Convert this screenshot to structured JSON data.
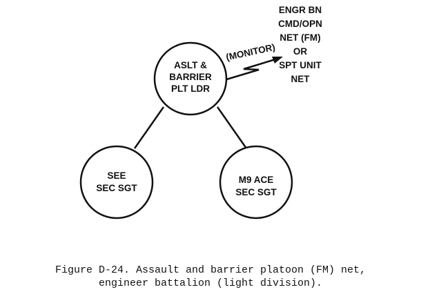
{
  "diagram": {
    "nodes": {
      "leader": {
        "lines": [
          "ASLT &",
          "BARRIER",
          "PLT LDR"
        ]
      },
      "see": {
        "lines": [
          "SEE",
          "SEC SGT"
        ]
      },
      "ace": {
        "lines": [
          "M9 ACE",
          "SEC SGT"
        ]
      }
    },
    "monitor_label": "(MONITOR)",
    "external_net": {
      "lines": [
        "ENGR BN",
        "CMD/OPN",
        "NET (FM)",
        "OR",
        "SPT UNIT",
        "NET"
      ]
    }
  },
  "caption": {
    "line1": "Figure D-24. Assault and barrier platoon (FM) net,",
    "line2": "engineer battalion (light division)."
  }
}
